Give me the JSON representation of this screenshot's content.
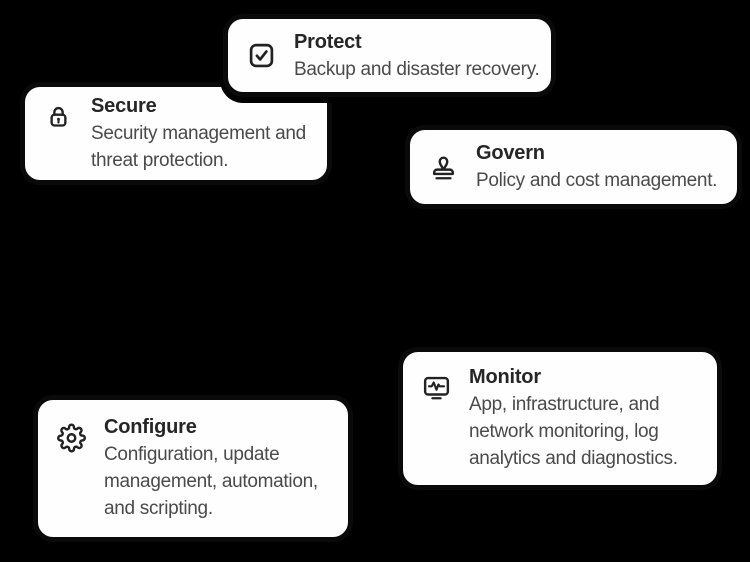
{
  "canvas": {
    "background_color": "#000000",
    "card_background_color": "#fefefe",
    "card_border_color": "#0a0a0a",
    "title_color": "#262626",
    "description_color": "#4a4a4a"
  },
  "cards": [
    {
      "id": "protect",
      "icon": "checkbox-check-icon",
      "title": "Protect",
      "lines": [
        "Backup and disaster recovery."
      ]
    },
    {
      "id": "secure",
      "icon": "lock-icon",
      "title": "Secure",
      "lines": [
        "Security management and",
        "threat protection."
      ]
    },
    {
      "id": "govern",
      "icon": "stamp-icon",
      "title": "Govern",
      "lines": [
        "Policy and cost management."
      ]
    },
    {
      "id": "monitor",
      "icon": "monitor-pulse-icon",
      "title": "Monitor",
      "lines": [
        "App, infrastructure, and",
        "network monitoring, log",
        "analytics and diagnostics."
      ]
    },
    {
      "id": "configure",
      "icon": "gear-icon",
      "title": "Configure",
      "lines": [
        "Configuration, update",
        "management, automation,",
        "and scripting."
      ]
    }
  ]
}
